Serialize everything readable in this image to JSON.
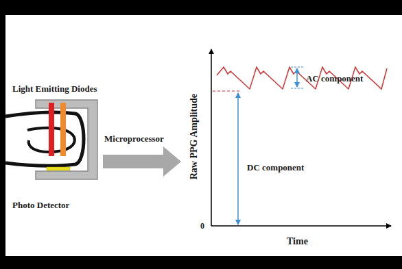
{
  "diagram": {
    "labels": [
      "Light Emitting Diodes",
      "Microprocessor",
      "Photo Detector",
      "Raw PPG Amplitude",
      "AC component",
      "DC component",
      "Time",
      "0"
    ]
  }
}
